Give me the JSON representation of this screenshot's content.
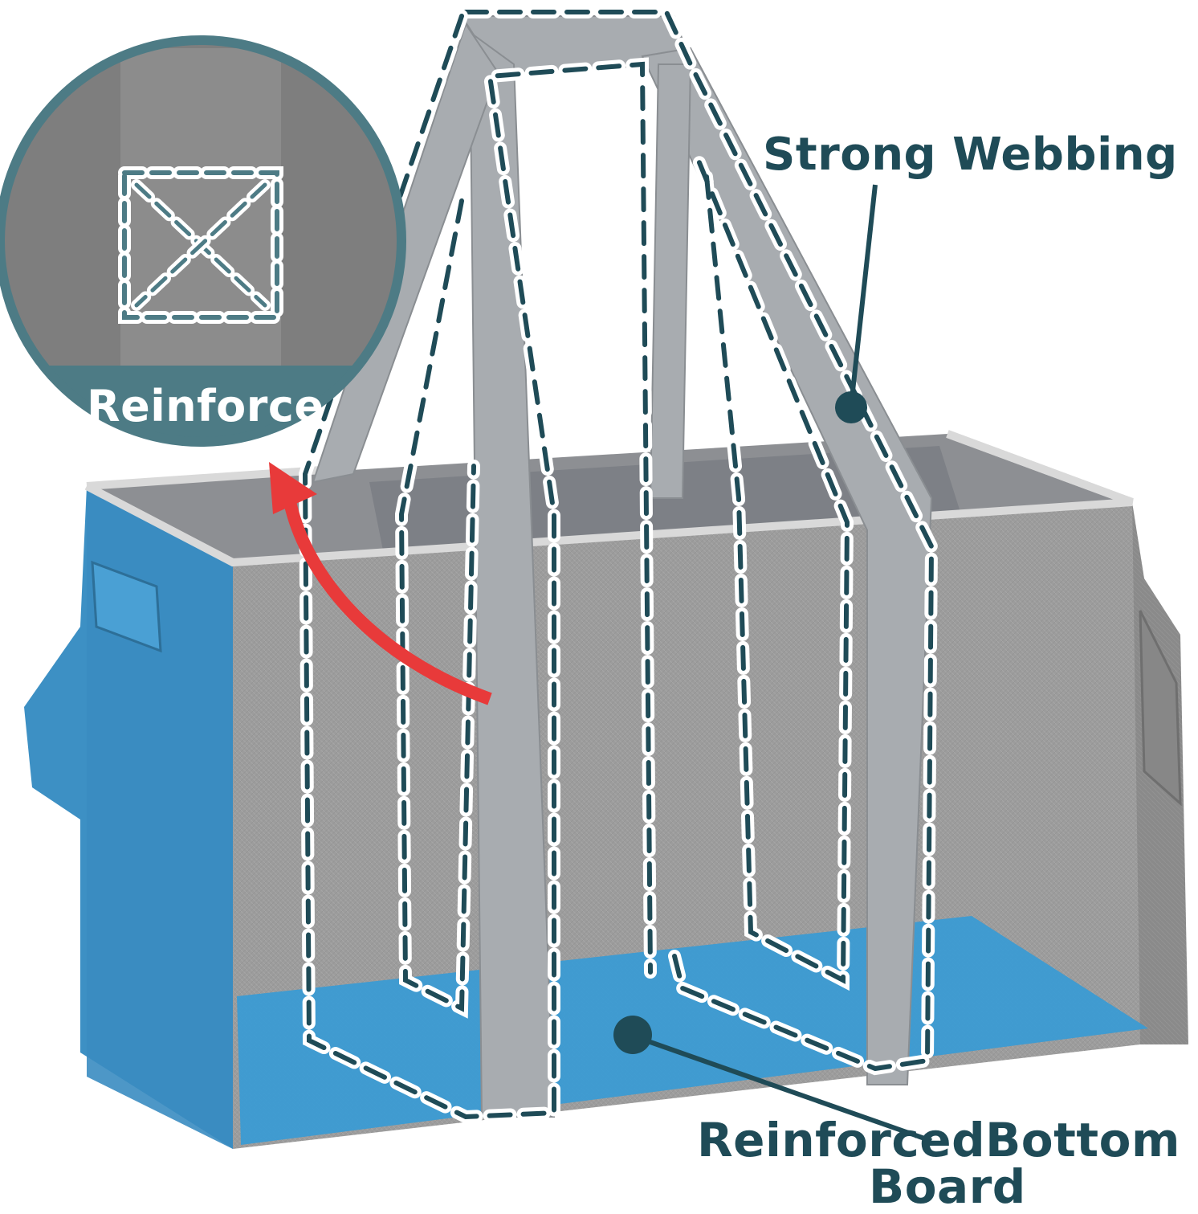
{
  "callouts": {
    "strong_webbing": "Strong Webbing",
    "bottom_board_line1": "ReinforcedBottom",
    "bottom_board_line2": "Board",
    "reinforce": "Reinforce"
  },
  "colors": {
    "accent_teal": "#1f4b57",
    "bag_gray": "#9b9b9b",
    "board_blue": "#3a9ad0",
    "arrow_red": "#e83a3a",
    "inset_teal": "#4d7b85"
  }
}
